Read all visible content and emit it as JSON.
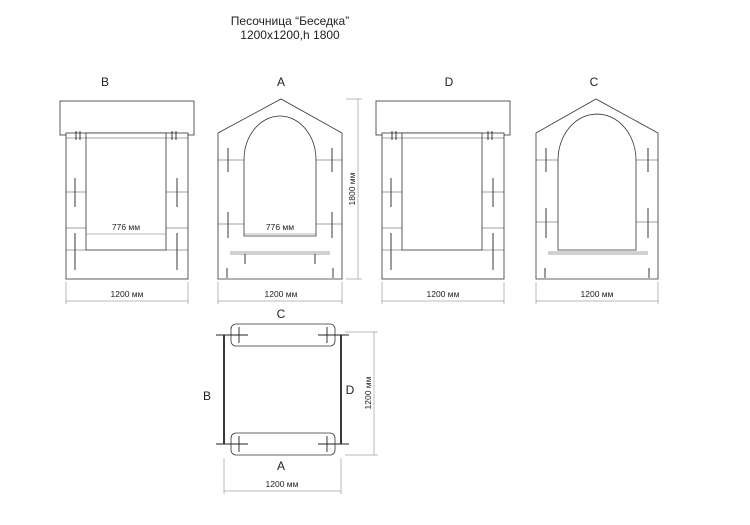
{
  "header": {
    "title": "Песочница “Беседка”",
    "subtitle": "1200x1200,h 1800"
  },
  "views": {
    "b": {
      "label": "B",
      "width_label": "1200 мм",
      "inner_label": "776 мм"
    },
    "a": {
      "label": "A",
      "width_label": "1200 мм",
      "inner_label": "776 мм",
      "height_label": "1800 мм"
    },
    "d": {
      "label": "D",
      "width_label": "1200 мм"
    },
    "c": {
      "label": "C",
      "width_label": "1200 мм"
    }
  },
  "plan": {
    "label_top": "C",
    "label_left": "B",
    "label_right": "D",
    "label_bottom": "A",
    "width_label": "1200 мм",
    "depth_label": "1200 мм"
  }
}
